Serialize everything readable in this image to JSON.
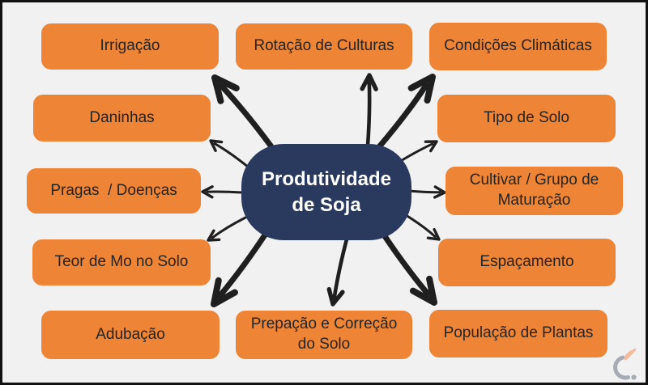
{
  "diagram": {
    "type": "mind-map",
    "center_label": "Produtividade de Soja",
    "factors": [
      {
        "id": "irrigacao",
        "label": "Irrigação"
      },
      {
        "id": "rotacao-de-culturas",
        "label": "Rotação de Culturas"
      },
      {
        "id": "condicoes-climaticas",
        "label": "Condições Climáticas"
      },
      {
        "id": "daninhas",
        "label": "Daninhas"
      },
      {
        "id": "tipo-de-solo",
        "label": "Tipo de Solo"
      },
      {
        "id": "pragas-doencas",
        "label": "Pragas  / Doenças"
      },
      {
        "id": "cultivar-grupo-maturacao",
        "label": "Cultivar / Grupo de Maturação"
      },
      {
        "id": "teor-de-mo-no-solo",
        "label": "Teor de Mo no Solo"
      },
      {
        "id": "espacamento",
        "label": "Espaçamento"
      },
      {
        "id": "adubacao",
        "label": "Adubação"
      },
      {
        "id": "prepacao-correcao-solo",
        "label": "Prepação e Correção do Solo"
      },
      {
        "id": "populacao-de-plantas",
        "label": "População de Plantas"
      }
    ],
    "connections": [
      {
        "from": "center",
        "to": "irrigacao",
        "weight": "thick"
      },
      {
        "from": "center",
        "to": "rotacao-de-culturas",
        "weight": "medium"
      },
      {
        "from": "center",
        "to": "condicoes-climaticas",
        "weight": "thick"
      },
      {
        "from": "center",
        "to": "daninhas",
        "weight": "thin"
      },
      {
        "from": "center",
        "to": "tipo-de-solo",
        "weight": "thin"
      },
      {
        "from": "center",
        "to": "pragas-doencas",
        "weight": "thin"
      },
      {
        "from": "center",
        "to": "cultivar-grupo-maturacao",
        "weight": "thin"
      },
      {
        "from": "center",
        "to": "teor-de-mo-no-solo",
        "weight": "thin"
      },
      {
        "from": "center",
        "to": "espacamento",
        "weight": "thin"
      },
      {
        "from": "center",
        "to": "adubacao",
        "weight": "thick"
      },
      {
        "from": "center",
        "to": "prepacao-correcao-solo",
        "weight": "medium"
      },
      {
        "from": "center",
        "to": "populacao-de-plantas",
        "weight": "thick"
      }
    ],
    "colors": {
      "background": "#f1f1f1",
      "factor_fill": "#ee8435",
      "factor_text": "#252525",
      "center_fill": "#2a3a5e",
      "center_text": "#ffffff",
      "arrow": "#1f1f1f",
      "logo_gray": "#a6abb4",
      "logo_peach": "#f3bd9c"
    },
    "logo": {
      "icon": "c-dot-logo"
    }
  }
}
